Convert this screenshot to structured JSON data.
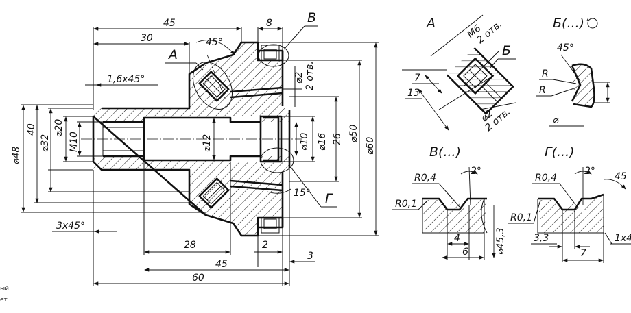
{
  "labels": {
    "view_a": "А",
    "view_b": "Б(...)",
    "view_v": "В(...)",
    "view_g": "Г(...)",
    "mark_a": "А",
    "mark_b": "В",
    "mark_g": "Г",
    "mark_b2": "Б"
  },
  "dims": {
    "d45_top": "45",
    "d8": "8",
    "d30": "30",
    "d45deg": "45°",
    "d16x45": "1,6x45°",
    "phi2_2otv": "⌀2",
    "otv2": "2 отв.",
    "phi48": "⌀48",
    "d40": "40",
    "phi32": "⌀32",
    "phi20": "⌀20",
    "m10": "M10",
    "phi12": "⌀12",
    "phi10": "⌀10",
    "phi16": "⌀16",
    "phi50": "⌀50",
    "d26": "26",
    "phi60": "⌀60",
    "d15deg": "15°",
    "d3x45": "3x45°",
    "d28": "28",
    "d2": "2",
    "d3": "3",
    "d45_bot": "45",
    "d60": "60",
    "m6": "M6",
    "otv2_m6": "2 отв.",
    "d7": "7",
    "d13": "13",
    "phi2_a": "⌀2",
    "otv2_a": "2 отв.",
    "ang45_b": "45°",
    "r1": "R",
    "r2": "R",
    "phi_b": "⌀",
    "r04_v": "R0,4",
    "r01_v": "R0,1",
    "ang2_v": "2°",
    "d4_v": "4",
    "d6_v": "6",
    "phi453": "⌀45,3",
    "r04_g": "R0,4",
    "r01_g": "R0,1",
    "ang2_g": "2°",
    "ang45_g": "45",
    "d33": "3,3",
    "d7_g": "7",
    "d1x4": "1x4"
  },
  "side_text": [
    "ый",
    "ет"
  ]
}
